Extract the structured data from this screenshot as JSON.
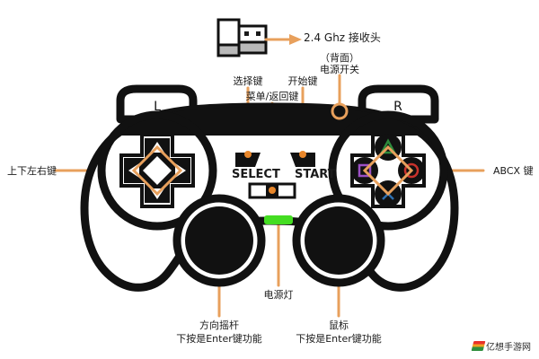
{
  "diagram": {
    "title": "Gamepad controller annotated diagram",
    "colors": {
      "leader_line": "#E8A05C",
      "leader_line_dark": "#D98B3A",
      "body_outline": "#000000",
      "body_fill": "#FFFFFF",
      "accent_orange": "#E8862A",
      "power_led_green": "#44DD22",
      "face_triangle_green": "#2E8B3C",
      "face_circle_red": "#C9322C",
      "face_cross_blue": "#2F6FAF",
      "face_square_purple": "#9B4FC4",
      "text": "#1A1A1A",
      "background": "#FFFFFF"
    },
    "receiver": {
      "name": "2.4 Ghz USB receiver",
      "label": "2.4 Ghz 接收头"
    },
    "callouts": [
      {
        "id": "receiver",
        "label": "2.4 Ghz 接收头",
        "align": "left"
      },
      {
        "id": "power-switch",
        "label_line1": "（背面）",
        "label_line2": "电源开关",
        "align": "center"
      },
      {
        "id": "select",
        "label": "选择键",
        "align": "center"
      },
      {
        "id": "menu-back",
        "label": "菜单/返回键",
        "align": "center"
      },
      {
        "id": "start",
        "label": "开始键",
        "align": "center"
      },
      {
        "id": "dpad",
        "label": "上下左右键",
        "align": "right"
      },
      {
        "id": "abcx",
        "label": "ABCX 键",
        "align": "left"
      },
      {
        "id": "power-led",
        "label": "电源灯",
        "align": "center"
      },
      {
        "id": "left-stick",
        "label_line1": "方向摇杆",
        "label_line2": "下按是Enter键功能",
        "align": "center"
      },
      {
        "id": "right-stick",
        "label_line1": "鼠标",
        "label_line2": "下按是Enter键功能",
        "align": "center"
      }
    ],
    "buttons": {
      "select_text": "SELECT",
      "start_text": "START",
      "shoulder_left": "L",
      "shoulder_right": "R"
    },
    "watermark": {
      "text": "亿想手游网"
    }
  }
}
